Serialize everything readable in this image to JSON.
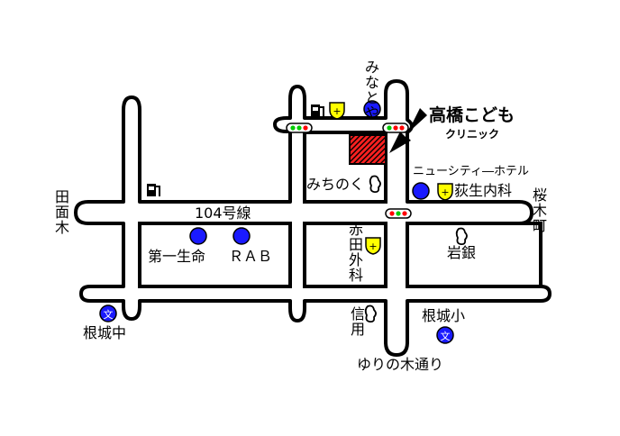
{
  "clinic": {
    "name": "高橋こども",
    "subtitle": "クリニック",
    "fill": "#ff2020"
  },
  "roads": {
    "r104": "104号線",
    "yurinoki": "ゆりの木通り"
  },
  "areas": {
    "tamoki": "田面木",
    "sakuragicho": "桜木町"
  },
  "places": {
    "minatoya": "みなとや",
    "michinoku": "みちのく",
    "newcity": "ニューシティ―ホテル",
    "ogyu": "荻生内科",
    "daiichi": "第一生命",
    "rab": "ＲＡＢ",
    "akata": "赤田外科",
    "iwagin": "岩銀",
    "shinyo": "信用",
    "nejo_sho": "根城小",
    "nejo_chu": "根城中"
  },
  "symbols": {
    "school": "文"
  },
  "colors": {
    "landmark": "#1a1aff",
    "hospital": "#ffff00",
    "light_green": "#00cc00",
    "light_red": "#ff0000"
  }
}
